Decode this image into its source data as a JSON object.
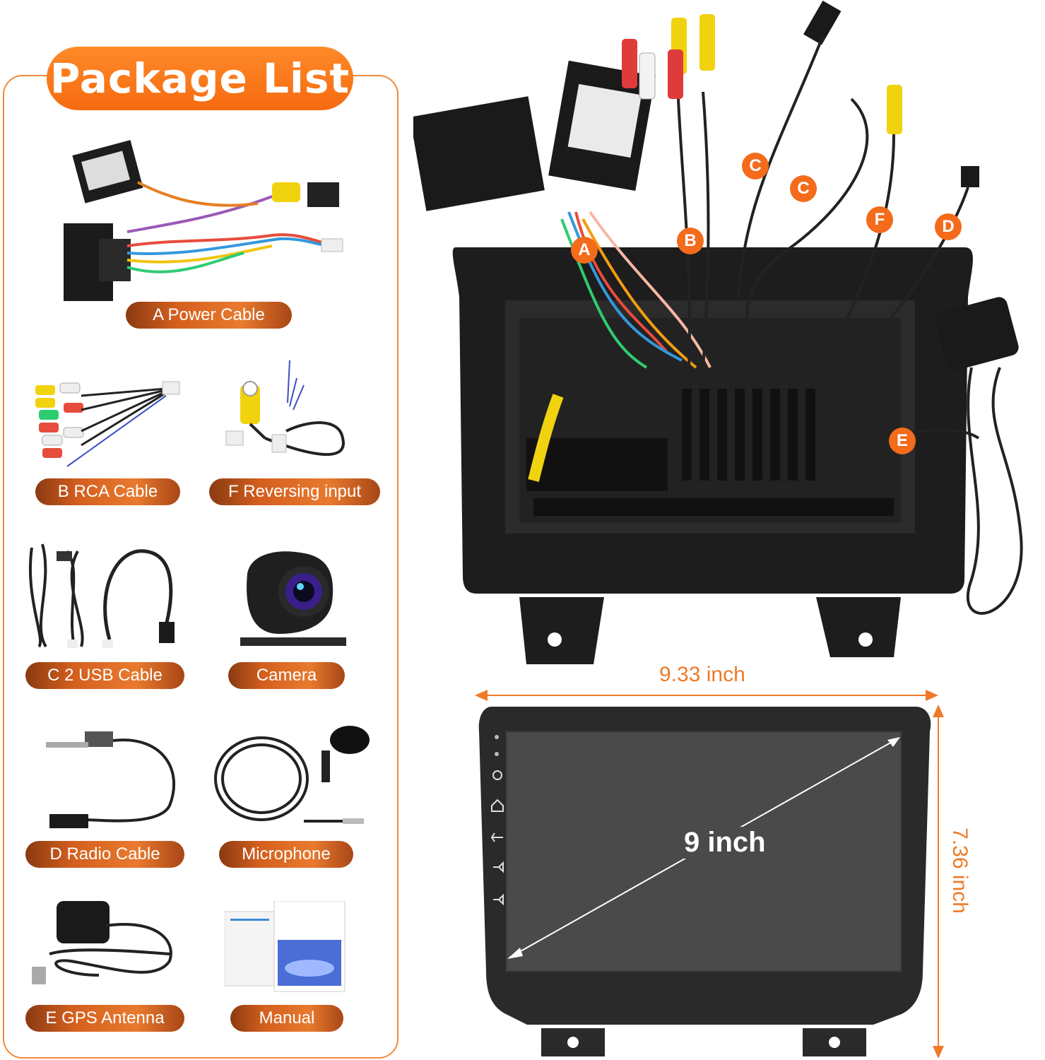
{
  "title": "Package List",
  "items": [
    {
      "label": "A Power Cable"
    },
    {
      "label": "B RCA Cable"
    },
    {
      "label": "F Reversing input"
    },
    {
      "label": "C 2 USB Cable"
    },
    {
      "label": "Camera"
    },
    {
      "label": "D Radio Cable"
    },
    {
      "label": "Microphone"
    },
    {
      "label": "E GPS Antenna"
    },
    {
      "label": "Manual"
    }
  ],
  "cable_letters": [
    "A",
    "B",
    "C",
    "C",
    "F",
    "D",
    "E"
  ],
  "dimensions": {
    "width": "9.33 inch",
    "height": "7.36 inch",
    "screen": "9 inch"
  },
  "colors": {
    "accent": "#f36b1b",
    "label_dark": "#a84616",
    "border": "#f08a3c"
  }
}
